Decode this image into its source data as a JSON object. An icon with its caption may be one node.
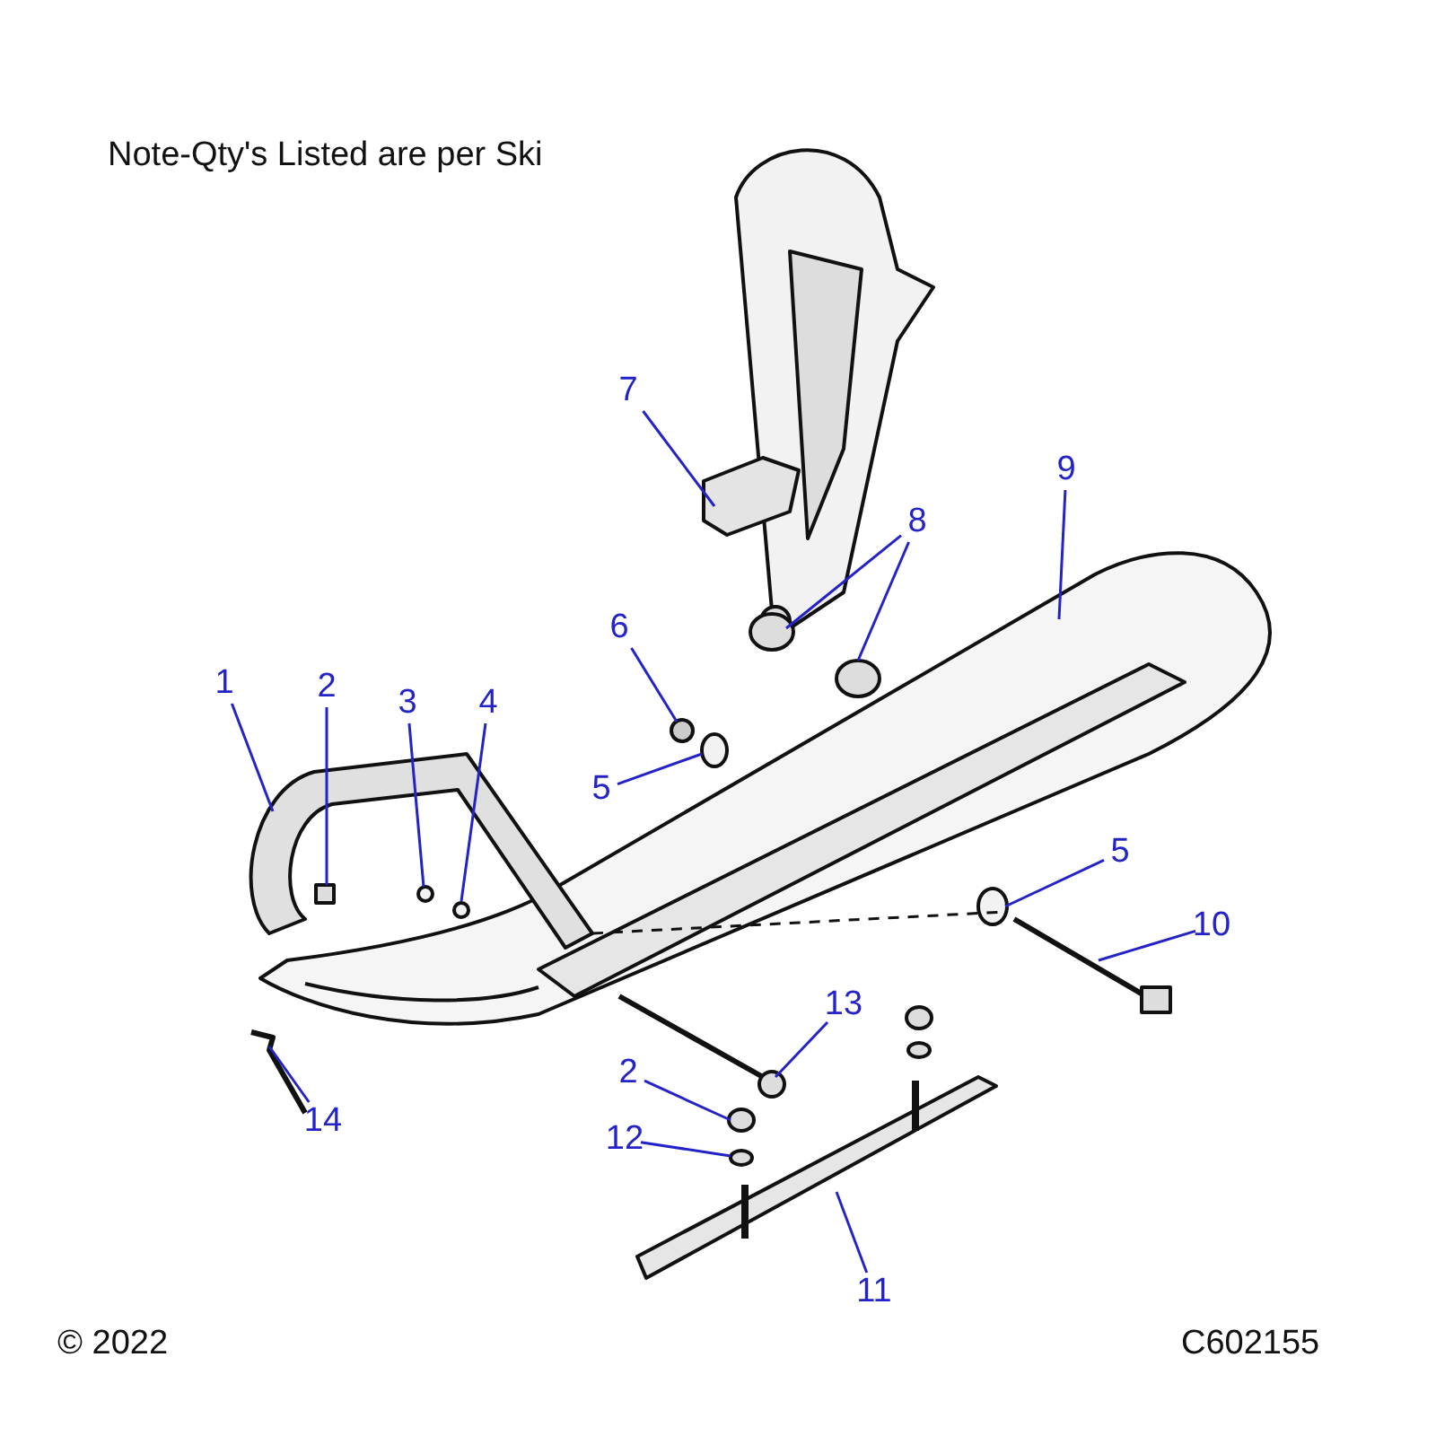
{
  "diagram": {
    "nodes": [
      {
        "text": [
          "1"
        ]
      },
      {
        "text": [
          "2"
        ]
      },
      {
        "text": [
          "3"
        ]
      },
      {
        "text": [
          "4"
        ]
      },
      {
        "text": [
          "5"
        ]
      },
      {
        "text": [
          "6"
        ]
      },
      {
        "text": [
          "7"
        ]
      },
      {
        "text": [
          "8"
        ]
      },
      {
        "text": [
          "9"
        ]
      },
      {
        "text": [
          "5"
        ]
      },
      {
        "text": [
          "10"
        ]
      },
      {
        "text": [
          "13"
        ]
      },
      {
        "text": [
          "2"
        ]
      },
      {
        "text": [
          "12"
        ]
      },
      {
        "text": [
          "11"
        ]
      },
      {
        "text": [
          "14"
        ]
      }
    ],
    "edges": [
      {
        "from": 0,
        "to": null,
        "arrow": "none"
      },
      {
        "from": 1,
        "to": null,
        "arrow": "none"
      },
      {
        "from": 2,
        "to": null,
        "arrow": "none"
      },
      {
        "from": 3,
        "to": null,
        "arrow": "none"
      },
      {
        "from": 4,
        "to": null,
        "arrow": "none"
      },
      {
        "from": 5,
        "to": null,
        "arrow": "none"
      },
      {
        "from": 6,
        "to": null,
        "arrow": "none"
      },
      {
        "from": 7,
        "to": null,
        "arrow": "none"
      },
      {
        "from": 7,
        "to": null,
        "arrow": "none"
      },
      {
        "from": 8,
        "to": null,
        "arrow": "none"
      },
      {
        "from": 9,
        "to": null,
        "arrow": "none"
      },
      {
        "from": 10,
        "to": null,
        "arrow": "none"
      },
      {
        "from": 11,
        "to": null,
        "arrow": "none"
      },
      {
        "from": 12,
        "to": null,
        "arrow": "none"
      },
      {
        "from": 13,
        "to": null,
        "arrow": "none"
      },
      {
        "from": 14,
        "to": null,
        "arrow": "none"
      },
      {
        "from": 15,
        "to": null,
        "arrow": "none"
      }
    ],
    "labels": [
      "Note-Qty's Listed are per Ski",
      "© 2022",
      "C602155"
    ]
  }
}
